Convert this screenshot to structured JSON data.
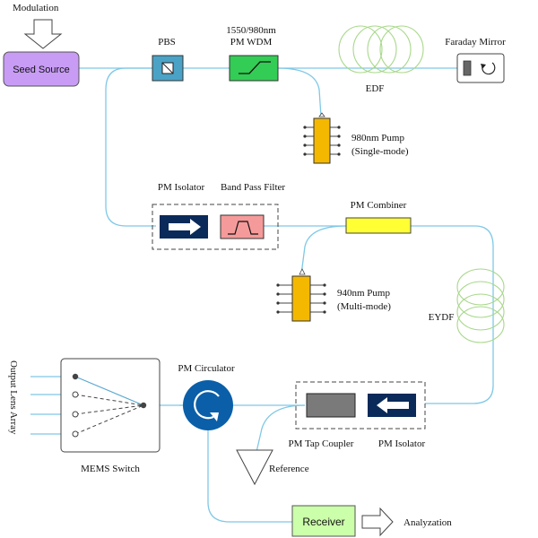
{
  "labels": {
    "modulation": "Modulation",
    "seed_source": "Seed Source",
    "pbs": "PBS",
    "wdm_line1": "1550/980nm",
    "wdm_line2": "PM WDM",
    "edf": "EDF",
    "faraday_mirror": "Faraday Mirror",
    "pump980_line1": "980nm Pump",
    "pump980_line2": "(Single-mode)",
    "pm_isolator_top": "PM Isolator",
    "band_pass_filter": "Band Pass Filter",
    "pm_combiner": "PM Combiner",
    "pump940_line1": "940nm Pump",
    "pump940_line2": "(Multi-mode)",
    "eydf": "EYDF",
    "output_lens_array": "Output Lens Array",
    "mems_switch": "MEMS Switch",
    "pm_circulator": "PM Circulator",
    "pm_tap_coupler": "PM Tap Coupler",
    "pm_isolator_bottom": "PM Isolator",
    "reference": "Reference",
    "receiver": "Receiver",
    "analyzation": "Analyzation"
  },
  "colors": {
    "fiber": "#7fc8e6",
    "seed_source": "#c89cf5",
    "pbs": "#4aa3c7",
    "wdm": "#33cc55",
    "coil": "#a8d88a",
    "pump": "#f5b800",
    "isolator": "#0a2a5a",
    "band_pass_filter": "#f59a9a",
    "pm_combiner": "#ffff33",
    "circulator": "#0a5fa8",
    "tap_coupler": "#7a7a7a",
    "receiver": "#ccffaa"
  }
}
